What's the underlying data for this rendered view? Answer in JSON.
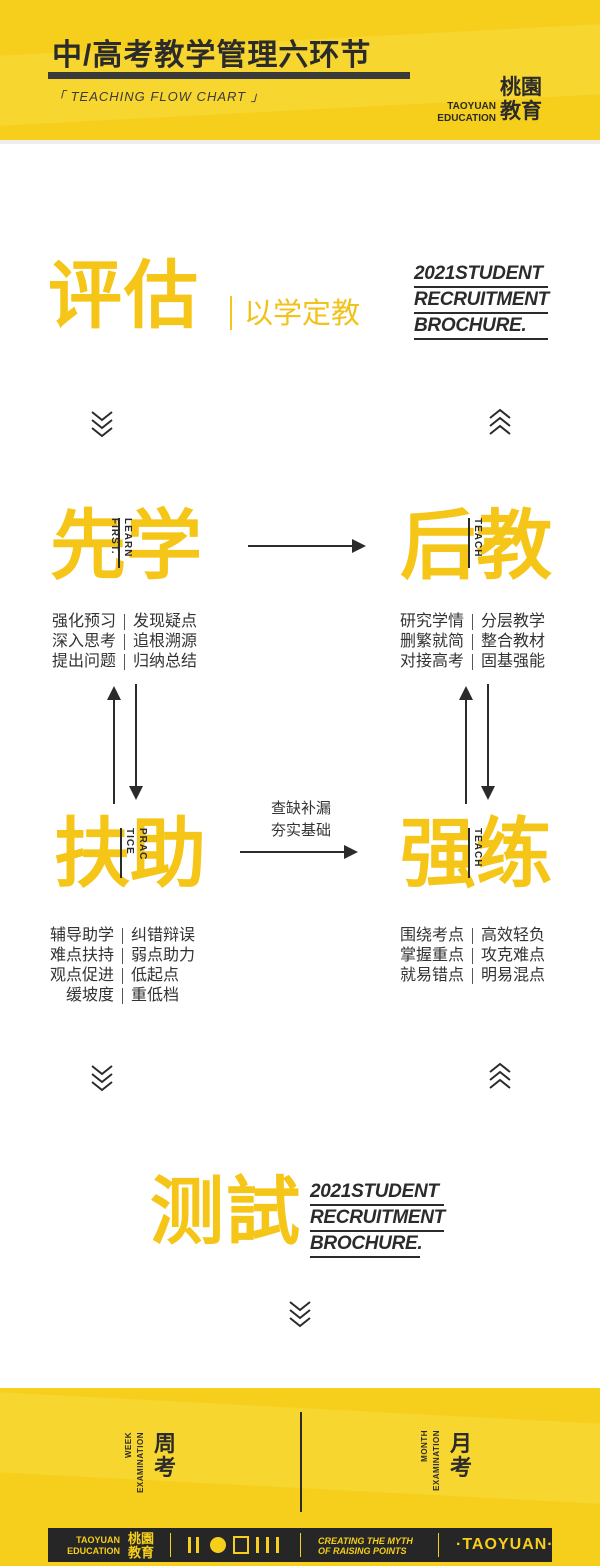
{
  "header": {
    "title": "中/高考教学管理六环节",
    "subtitle": "「 TEACHING FLOW CHART 」",
    "brand_en_1": "TAOYUAN",
    "brand_en_2": "EDUCATION",
    "brand_cn_1": "桃園",
    "brand_cn_2": "教育"
  },
  "evaluate": {
    "title": "评估",
    "subtitle": "以学定教"
  },
  "brochure": {
    "line1": "2021STUDENT",
    "line2": "RECRUITMENT",
    "line3": "BROCHURE."
  },
  "stages": {
    "learn_first": {
      "title": "先学",
      "tag_1": "LEARN",
      "tag_2": "FIRST.",
      "items": [
        [
          "强化预习",
          "发现疑点"
        ],
        [
          "深入思考",
          "追根溯源"
        ],
        [
          "提出问题",
          "归纳总结"
        ]
      ]
    },
    "teach_after": {
      "title": "后教",
      "tag_1": "TEACH",
      "items": [
        [
          "研究学情",
          "分层教学"
        ],
        [
          "删繁就简",
          "整合教材"
        ],
        [
          "对接高考",
          "固基强能"
        ]
      ]
    },
    "practice": {
      "title": "扶助",
      "tag_1": "PRAC",
      "tag_2": "TICE",
      "items": [
        [
          "辅导助学",
          "纠错辩误"
        ],
        [
          "难点扶持",
          "弱点助力"
        ],
        [
          "观点促进",
          "低起点"
        ],
        [
          "缓坡度",
          "重低档"
        ]
      ]
    },
    "drill": {
      "title": "强练",
      "tag_1": "TEACH",
      "items": [
        [
          "围绕考点",
          "高效轻负"
        ],
        [
          "掌握重点",
          "攻克难点"
        ],
        [
          "就易错点",
          "明易混点"
        ]
      ]
    }
  },
  "mid_note": {
    "line1": "查缺补漏",
    "line2": "夯实基础"
  },
  "test": {
    "title": "测試"
  },
  "footer": {
    "week_cn_1": "周",
    "week_cn_2": "考",
    "week_en_1": "WEEK",
    "week_en_2": "EXAMINATION",
    "month_cn_1": "月",
    "month_cn_2": "考",
    "month_en_1": "MONTH",
    "month_en_2": "EXAMINATION",
    "bar_brand_en_1": "TAOYUAN",
    "bar_brand_en_2": "EDUCATION",
    "bar_brand_cn_1": "桃園",
    "bar_brand_cn_2": "教育",
    "slogan_1": "CREATING THE MYTH",
    "slogan_2": "OF RAISING POINTS",
    "bar_name": "·TAOYUAN·"
  },
  "colors": {
    "accent_yellow": "#f5c518",
    "header_yellow": "#f6cf1c",
    "dark": "#2b2b2b"
  }
}
